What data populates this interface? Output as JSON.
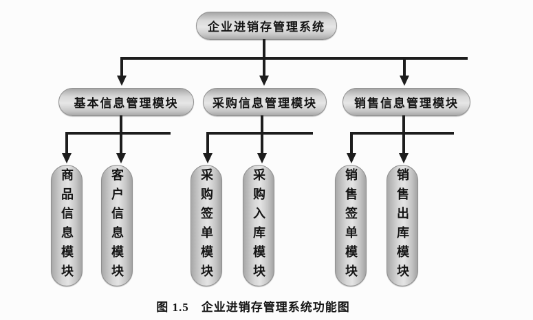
{
  "diagram": {
    "root_label": "企业进销存管理系统",
    "groups": [
      {
        "module_label": "基本信息管理模块",
        "children": [
          "商品信息模块",
          "客户信息模块"
        ]
      },
      {
        "module_label": "采购信息管理模块",
        "children": [
          "采购签单模块",
          "采购入库模块"
        ]
      },
      {
        "module_label": "销售信息管理模块",
        "children": [
          "销售签单模块",
          "销售出库模块"
        ]
      }
    ],
    "caption": "图 1.5　企业进销存管理系统功能图",
    "colors": {
      "background": "#fcfcfc",
      "node_fill_light": "#e6e6e6",
      "node_fill_dark": "#a6a6a6",
      "node_border": "#8f8f8f",
      "connector_line": "#1d1d1d",
      "text": "#141414"
    }
  }
}
